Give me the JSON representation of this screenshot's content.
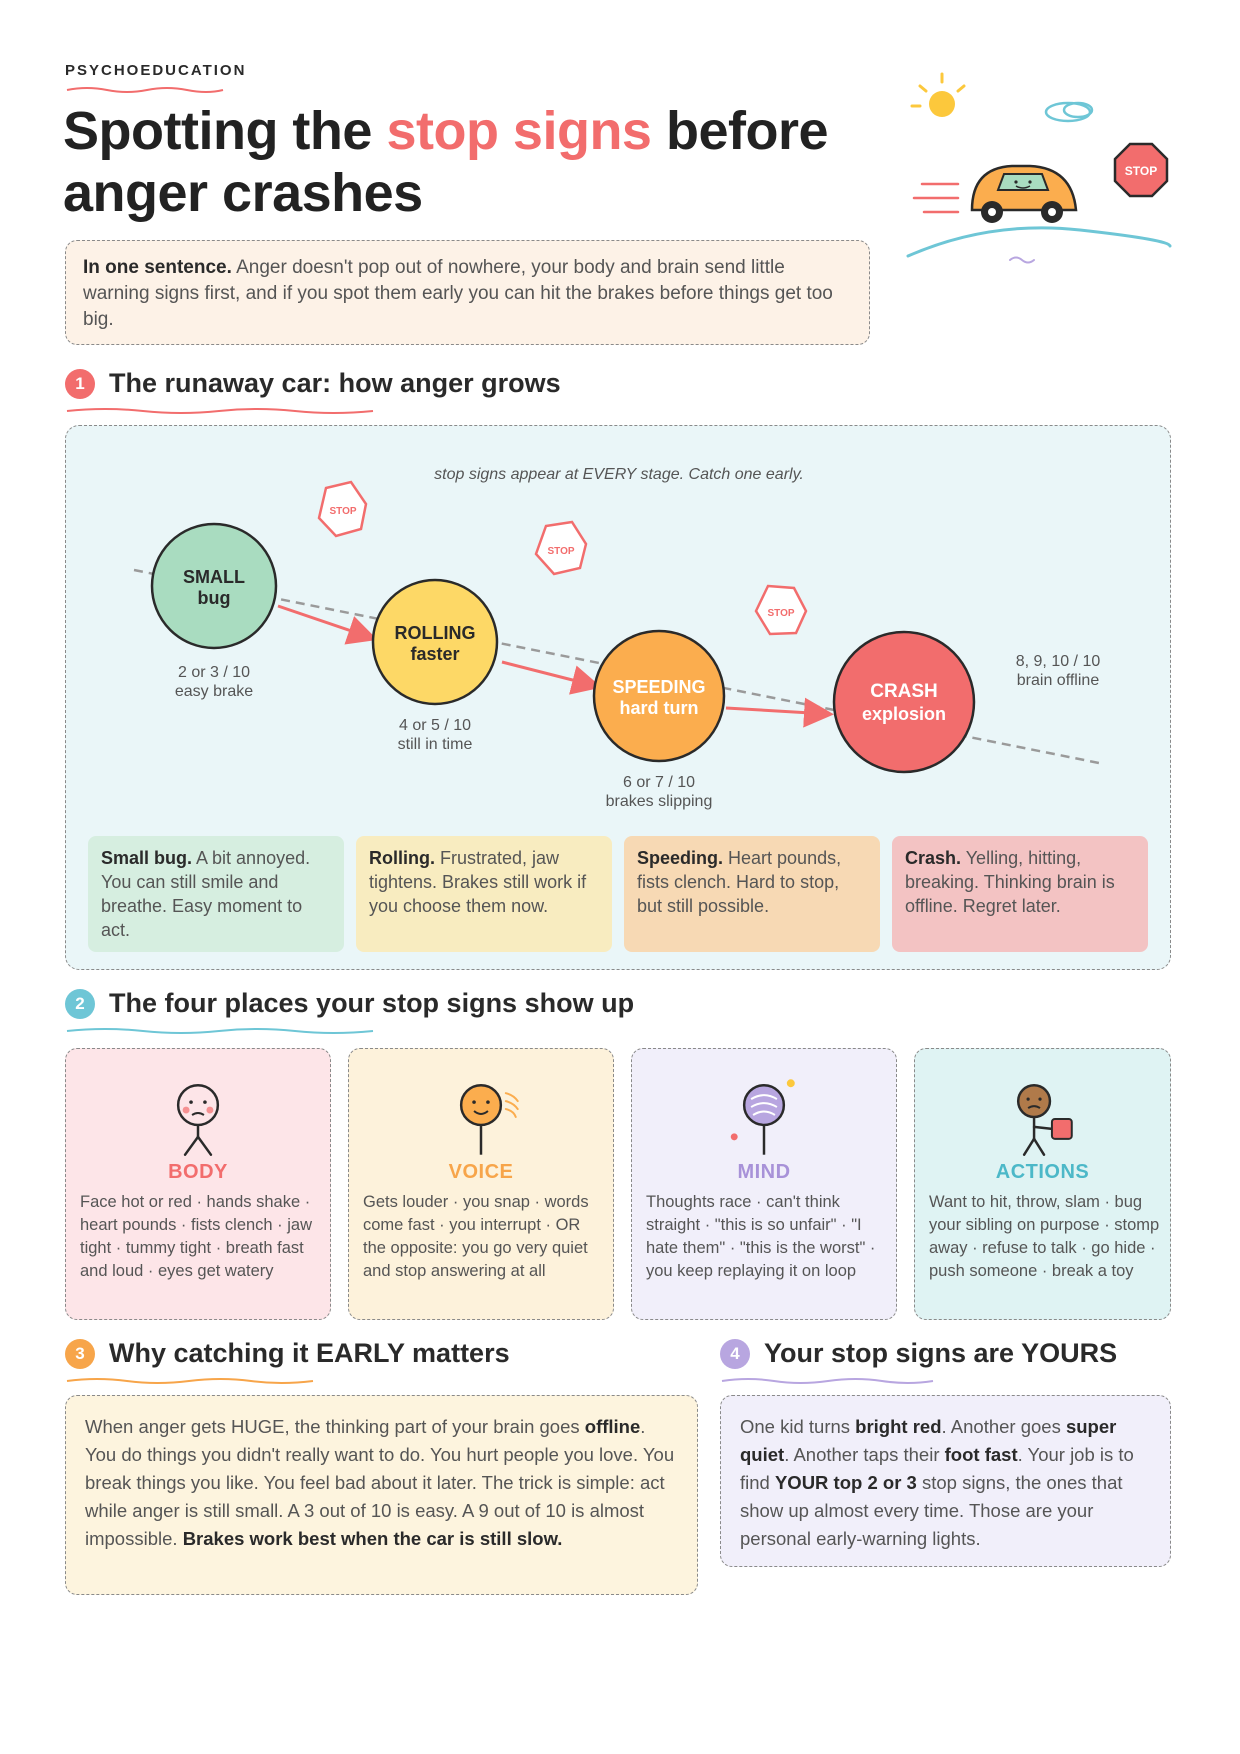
{
  "header": {
    "eyebrow": "PSYCHOEDUCATION",
    "title_part1": "Spotting the ",
    "title_highlight": "stop signs",
    "title_part2": " before anger crashes"
  },
  "summary": {
    "lead": "In one sentence.",
    "text": " Anger doesn't pop out of nowhere, your body and brain send little warning signs first, and if you spot them early you can hit the brakes before things get too big."
  },
  "hero": {
    "stop_sign_label": "STOP"
  },
  "section1": {
    "number": "1",
    "title": "The runaway car: how anger grows",
    "caption": "stop signs appear at EVERY stage. Catch one early.",
    "stop_label": "STOP",
    "stages": [
      {
        "line1": "SMALL",
        "line2": "bug",
        "rating": "2 or 3 / 10",
        "note": "easy brake",
        "card_lead": "Small bug.",
        "card_text": " A bit annoyed. You can still smile and breathe. Easy moment to act."
      },
      {
        "line1": "ROLLING",
        "line2": "faster",
        "rating": "4 or 5 / 10",
        "note": "still in time",
        "card_lead": "Rolling.",
        "card_text": " Frustrated, jaw tightens. Brakes still work if you choose them now."
      },
      {
        "line1": "SPEEDING",
        "line2": "hard turn",
        "rating": "6 or 7 / 10",
        "note": "brakes slipping",
        "card_lead": "Speeding.",
        "card_text": " Heart pounds, fists clench. Hard to stop, but still possible."
      },
      {
        "line1": "CRASH",
        "line2": "explosion",
        "rating": "8, 9, 10 / 10",
        "note": "brain offline",
        "card_lead": "Crash.",
        "card_text": " Yelling, hitting, breaking. Thinking brain is offline. Regret later."
      }
    ]
  },
  "section2": {
    "number": "2",
    "title": "The four places your stop signs show up",
    "places": [
      {
        "name": "BODY",
        "text": "Face hot or red · hands shake · heart pounds · fists clench · jaw tight · tummy tight · breath fast and loud · eyes get watery"
      },
      {
        "name": "VOICE",
        "text": "Gets louder · you snap · words come fast · you interrupt · OR the opposite: you go very quiet and stop answering at all"
      },
      {
        "name": "MIND",
        "text": "Thoughts race · can't think straight · \"this is so unfair\" · \"I hate them\" · \"this is the worst\" · you keep replaying it on loop"
      },
      {
        "name": "ACTIONS",
        "text": "Want to hit, throw, slam · bug your sibling on purpose · stomp away · refuse to talk · go hide · push someone · break a toy"
      }
    ]
  },
  "section3": {
    "number": "3",
    "title": "Why catching it EARLY matters",
    "t1": "When anger gets HUGE, the thinking part of your brain goes ",
    "b1": "offline",
    "t2": ". You do things you didn't really want to do. You hurt people you love. You break things you like. You feel bad about it later. The trick is simple: act while anger is still small. A 3 out of 10 is easy. A 9 out of 10 is almost impossible. ",
    "b2": "Brakes work best when the car is still slow."
  },
  "section4": {
    "number": "4",
    "title": "Your stop signs are YOURS",
    "t1": "One kid turns ",
    "b1": "bright red",
    "t2": ". Another goes ",
    "b2": "super quiet",
    "t3": ". Another taps their ",
    "b3": "foot fast",
    "t4": ". Your job is to find ",
    "b4": "YOUR top 2 or 3",
    "t5": " stop signs, the ones that show up almost every time. Those are your personal early-warning lights."
  },
  "colors": {
    "accent": "#f26d6d",
    "teal": "#6ec6d6",
    "orange": "#f7a54a",
    "purple": "#b8a6e0",
    "small_bug": "#a9dcc0",
    "rolling": "#fdd866",
    "speeding": "#fbad4e",
    "crash": "#f26d6d"
  }
}
